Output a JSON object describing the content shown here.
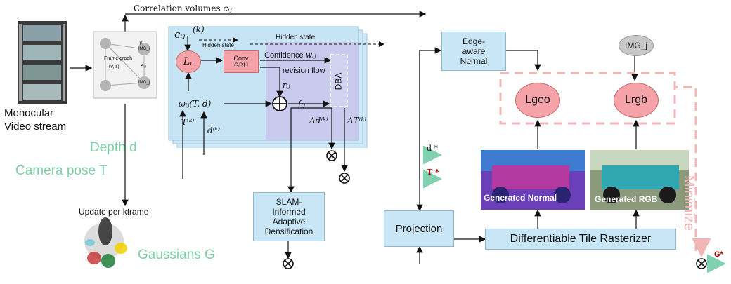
{
  "input": {
    "line1": "Monocular",
    "line2": "Video stream"
  },
  "frame_graph": {
    "title": "Frame graph",
    "set": "(v, ε)",
    "vi": "vᵢ",
    "eij": "εᵢⱼ",
    "img_i": "IMG_i",
    "img_j": "IMG_j"
  },
  "correlation": {
    "label": "Correlation volumes ",
    "sym": "cᵢⱼ"
  },
  "update_block": {
    "cij": "cᵢⱼ",
    "k": "(k)",
    "lr": "Lᵣ",
    "hidden_state_small": "Hidden state",
    "hidden_state": "Hidden state",
    "gru_line1": "Conv",
    "gru_line2": "GRU",
    "confidence": "Confidence ",
    "w_sym": "wᵢⱼ",
    "revision": "revision flow",
    "r_sym": "rᵢⱼ",
    "omega": "ωᵢⱼ(T, d)",
    "f_sym": "fᵢⱼ",
    "T_k": "T⁽ᵏ⁾",
    "d_k": "d⁽ᵏ⁾",
    "delta_d": "Δd⁽ᵏ⁾",
    "delta_T": "ΔT⁽ᵏ⁾",
    "dba": "DBA"
  },
  "streams": {
    "depth": "Depth d",
    "pose": "Camera pose T",
    "gaussians": "Gaussians G",
    "d_star": "d *",
    "t_star": "T *",
    "g_star": "G*"
  },
  "update_per_kframe": "Update per kframe",
  "slam_box": {
    "l1": "SLAM-",
    "l2": "Informed",
    "l3": "Adaptive",
    "l4": "Densification"
  },
  "edge_box": {
    "l1": "Edge-",
    "l2": "aware",
    "l3": "Normal"
  },
  "projection": "Projection",
  "rasterizer": "Differentiable Tile Rasterizer",
  "losses": {
    "geo": "Lgeo",
    "rgb": "Lrgb",
    "img_j": "IMG_j"
  },
  "minimize": "Minimize",
  "generated": {
    "normal": "Generated Normal",
    "rgb": "Generated RGB"
  },
  "colors": {
    "stream": "#7fd1b0",
    "box": "#c8e6f6",
    "loss": "#f5a3a8",
    "minimize": "#f3b6b6"
  }
}
